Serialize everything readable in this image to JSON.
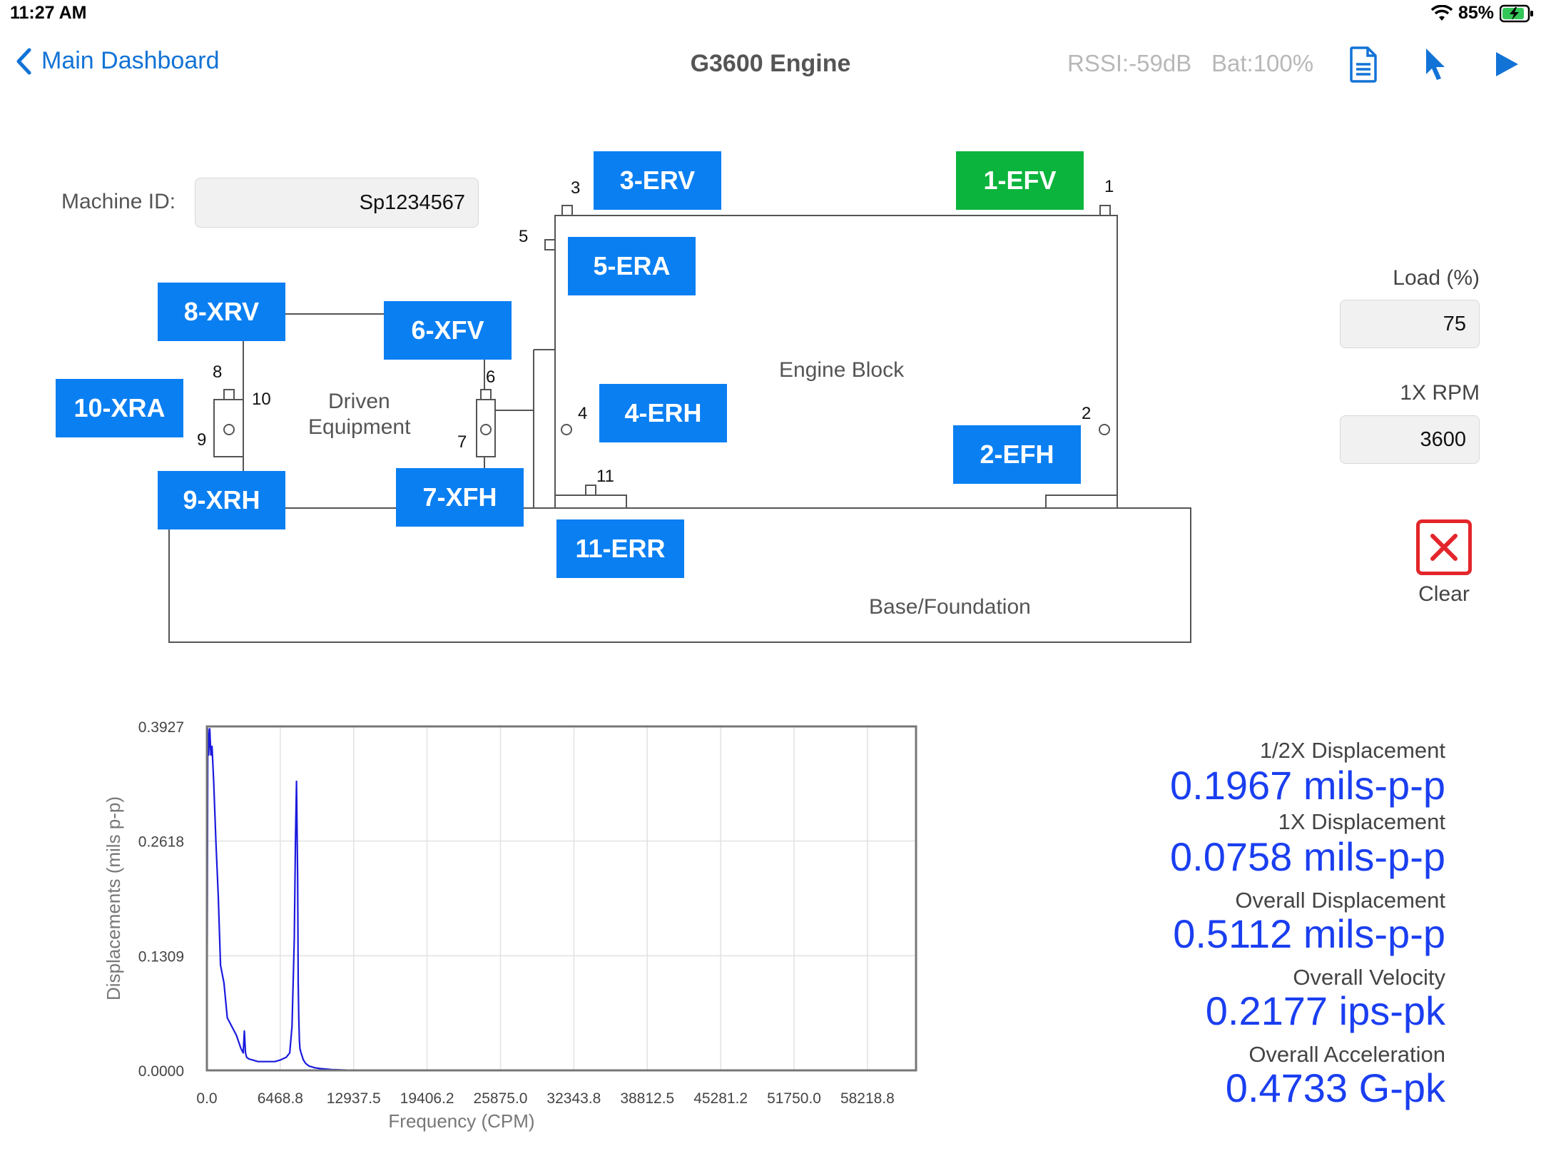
{
  "status": {
    "time": "11:27 AM",
    "battery": "85%"
  },
  "nav": {
    "back_label": "Main Dashboard",
    "title": "G3600 Engine",
    "rssi": "RSSI:-59dB",
    "bat": "Bat:100%",
    "icons": [
      "document-icon",
      "pointer-icon",
      "play-icon"
    ]
  },
  "machine": {
    "label": "Machine ID:",
    "value": "Sp1234567"
  },
  "load": {
    "label": "Load (%)",
    "value": "75"
  },
  "rpm": {
    "label": "1X RPM",
    "value": "3600"
  },
  "clear": {
    "label": "Clear",
    "color": "#e3262b"
  },
  "diagram": {
    "engine_block": "Engine Block",
    "driven_1": "Driven",
    "driven_2": "Equipment",
    "base": "Base/Foundation",
    "sensors": {
      "s1": "1-EFV",
      "s2": "2-EFH",
      "s3": "3-ERV",
      "s4": "4-ERH",
      "s5": "5-ERA",
      "s6": "6-XFV",
      "s7": "7-XFH",
      "s8": "8-XRV",
      "s9": "9-XRH",
      "s10": "10-XRA",
      "s11": "11-ERR"
    },
    "numbers": {
      "n1": "1",
      "n2": "2",
      "n3": "3",
      "n4": "4",
      "n5": "5",
      "n6": "6",
      "n7": "7",
      "n8": "8",
      "n9": "9",
      "n10": "10",
      "n11": "11"
    },
    "colors": {
      "sensor": "#0a7ff2",
      "active_sensor": "#0bb43c"
    }
  },
  "metrics": [
    {
      "label": "1/2X Displacement",
      "value": "0.1967 mils-p-p"
    },
    {
      "label": "1X Displacement",
      "value": "0.0758 mils-p-p"
    },
    {
      "label": "Overall Displacement",
      "value": "0.5112 mils-p-p"
    },
    {
      "label": "Overall Velocity",
      "value": "0.2177 ips-pk"
    },
    {
      "label": "Overall Acceleration",
      "value": "0.4733 G-pk"
    }
  ],
  "chart_data": {
    "type": "line",
    "xlabel": "Frequency (CPM)",
    "ylabel": "Displacements (mils p-p)",
    "xlim": [
      0,
      62500
    ],
    "ylim": [
      0,
      0.3927
    ],
    "x_ticks": [
      "0.0",
      "6468.8",
      "12937.5",
      "19406.2",
      "25875.0",
      "32343.8",
      "38812.5",
      "45281.2",
      "51750.0",
      "58218.8"
    ],
    "x_tick_values": [
      0,
      6468.8,
      12937.5,
      19406.2,
      25875.0,
      32343.8,
      38812.5,
      45281.2,
      51750.0,
      58218.8
    ],
    "y_ticks": [
      "0.0000",
      "0.1309",
      "0.2618",
      "0.3927"
    ],
    "y_tick_values": [
      0,
      0.1309,
      0.2618,
      0.3927
    ],
    "grid": true,
    "series_color": "#1a1adf",
    "series": [
      {
        "x": [
          0,
          80,
          150,
          250,
          350,
          450,
          600,
          800,
          1000,
          1200,
          1500,
          1800,
          2200,
          2600,
          3000,
          3200,
          3300,
          3400,
          3500,
          3700,
          4000,
          4500,
          5000,
          5500,
          6000,
          6500,
          7000,
          7300,
          7500,
          7700,
          7800,
          7900,
          8000,
          8050,
          8100,
          8150,
          8200,
          8300,
          8500,
          8700,
          9000,
          9500,
          10000,
          11000,
          12000,
          13000,
          15000,
          20000,
          30000,
          40000,
          50000,
          60000
        ],
        "y": [
          0.0,
          0.39,
          0.36,
          0.39,
          0.36,
          0.37,
          0.33,
          0.26,
          0.2,
          0.12,
          0.1,
          0.06,
          0.05,
          0.04,
          0.025,
          0.02,
          0.045,
          0.02,
          0.015,
          0.013,
          0.012,
          0.01,
          0.01,
          0.01,
          0.01,
          0.012,
          0.015,
          0.02,
          0.05,
          0.15,
          0.26,
          0.33,
          0.22,
          0.1,
          0.06,
          0.035,
          0.025,
          0.02,
          0.012,
          0.008,
          0.005,
          0.003,
          0.002,
          0.001,
          0.0005,
          0.0,
          0.0,
          0.0,
          0.0,
          0.0,
          0.0,
          0.0
        ]
      }
    ]
  }
}
